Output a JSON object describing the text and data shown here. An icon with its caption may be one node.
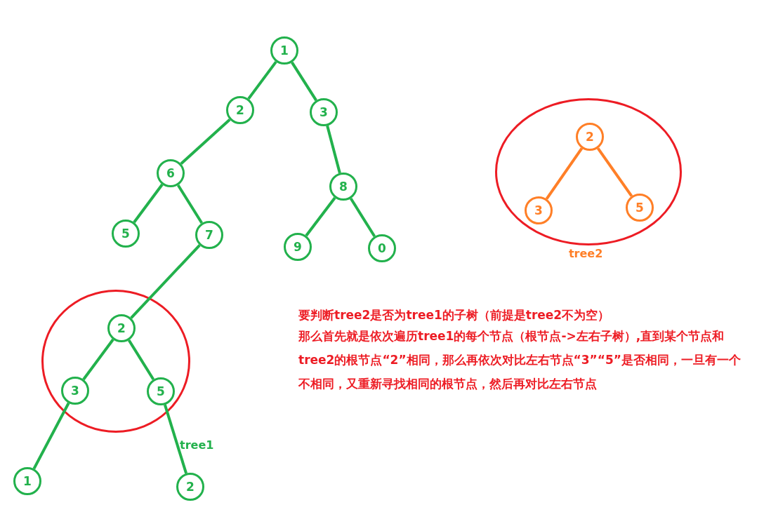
{
  "diagram": {
    "nodes": [
      {
        "text": [
          "1"
        ]
      },
      {
        "text": [
          "2"
        ]
      },
      {
        "text": [
          "3"
        ]
      },
      {
        "text": [],
        "shape": "circle",
        "beside": [
          "tree2"
        ]
      },
      {
        "text": [
          "2"
        ],
        "in": 3
      },
      {
        "text": [
          "6"
        ]
      },
      {
        "text": [
          "8"
        ]
      },
      {
        "text": [
          "3"
        ],
        "in": 3
      },
      {
        "text": [
          "5"
        ],
        "in": 3
      },
      {
        "text": [
          "5"
        ]
      },
      {
        "text": [
          "7"
        ]
      },
      {
        "text": [
          "9"
        ]
      },
      {
        "text": [
          "0"
        ]
      },
      {
        "text": [],
        "shape": "circle"
      },
      {
        "text": [
          "2"
        ],
        "in": 13
      },
      {
        "text": [
          "3"
        ],
        "in": 13
      },
      {
        "text": [
          "5"
        ],
        "in": 13
      },
      {
        "text": [
          "1"
        ]
      },
      {
        "text": [
          "2"
        ]
      }
    ],
    "edges": [
      {
        "from": 0,
        "to": 1,
        "arrow": "none"
      },
      {
        "from": 0,
        "to": 2,
        "arrow": "none"
      },
      {
        "from": 4,
        "to": 7,
        "arrow": "none",
        "color": "#ff7f27"
      },
      {
        "from": 4,
        "to": 8,
        "arrow": "none",
        "color": "#ff7f27"
      },
      {
        "from": 1,
        "to": 5,
        "arrow": "none"
      },
      {
        "from": 2,
        "to": 6,
        "arrow": "none"
      },
      {
        "from": 5,
        "to": 9,
        "arrow": "none"
      },
      {
        "from": 5,
        "to": 10,
        "arrow": "none"
      },
      {
        "from": 6,
        "to": 11,
        "arrow": "none"
      },
      {
        "from": 6,
        "to": 12,
        "arrow": "none"
      },
      {
        "from": 10,
        "to": 14,
        "arrow": "none"
      },
      {
        "from": 14,
        "to": 15,
        "arrow": "none"
      },
      {
        "from": 14,
        "to": 16,
        "arrow": "none"
      },
      {
        "from": 15,
        "to": 17,
        "arrow": "none"
      },
      {
        "from": 16,
        "to": 18,
        "arrow": "none"
      }
    ],
    "labels": [
      "要判断tree2是否为tree1的子树（前提是tree2不为空）",
      "那么首先就是依次遍历tree1的每个节点（根节点->左右子树）,直到某个节点和tree2的根节点“2”相同，那么再依次对比左右节点“3”“5”是否相同，一旦有一个不相同，又重新寻找相同的根节点，然后再对比左右节点",
      "tree1"
    ]
  }
}
